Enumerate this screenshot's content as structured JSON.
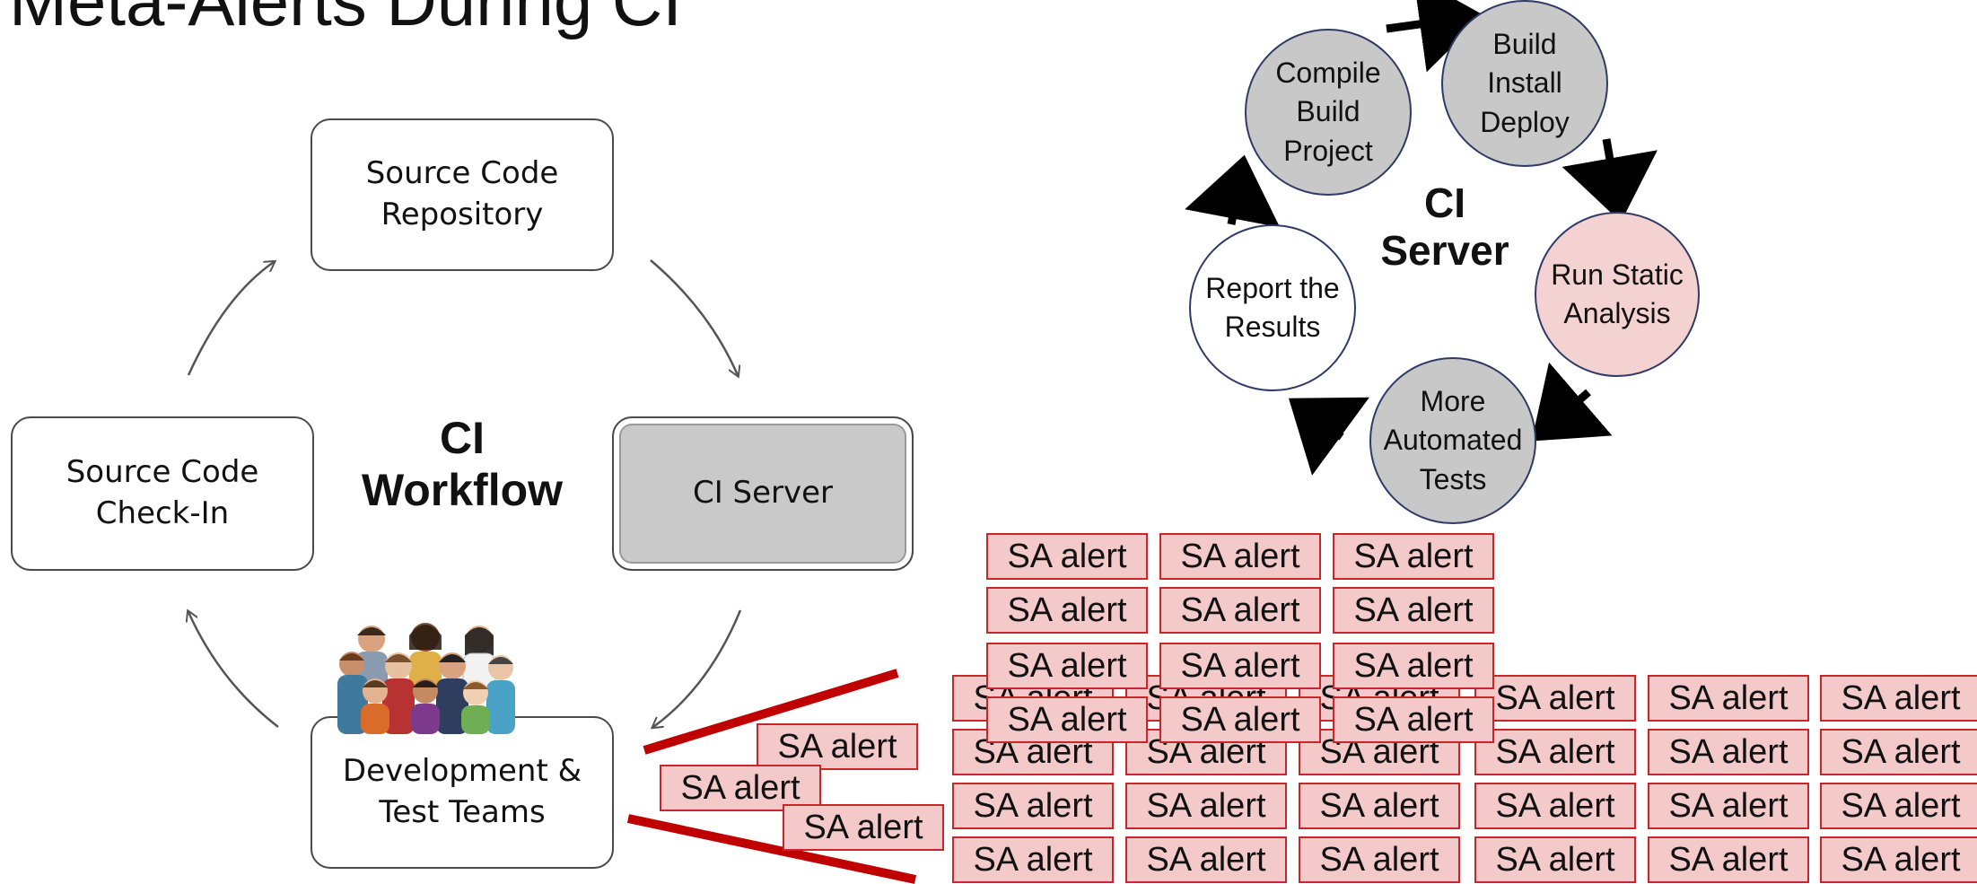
{
  "title": "Meta-Alerts During CI",
  "workflow": {
    "center_label": "CI\nWorkflow",
    "repo": "Source Code\nRepository",
    "server": "CI Server",
    "teams": "Development &\nTest Teams",
    "checkin": "Source Code\nCheck-In"
  },
  "server_cycle": {
    "center_label": "CI\nServer",
    "steps": [
      {
        "label": "Compile\nBuild\nProject"
      },
      {
        "label": "Build\nInstall\nDeploy"
      },
      {
        "label": "Run Static\nAnalysis"
      },
      {
        "label": "More\nAutomated\nTests"
      },
      {
        "label": "Report the\nResults"
      }
    ]
  },
  "alert_label": "SA alert"
}
